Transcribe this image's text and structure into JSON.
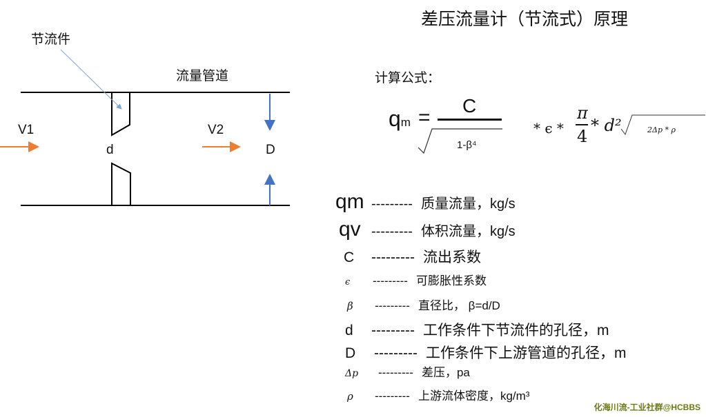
{
  "title": "差压流量计（节流式）原理",
  "diagram": {
    "throttle_label": "节流件",
    "pipe_label": "流量管道",
    "v1": "V1",
    "v2": "V2",
    "d": "d",
    "D": "D",
    "colors": {
      "flow_arrow": "#ed7d31",
      "diameter_arrow": "#4472c4",
      "pointer": "#7ba7d6"
    }
  },
  "formula": {
    "label": "计算公式：",
    "lhs_q": "q",
    "lhs_sub": "m",
    "eq": "=",
    "numerator": "C",
    "denominator": "1-β⁴",
    "factor": "* ϵ * ",
    "pi": "π",
    "four": "4",
    "d_term": "* d²",
    "sqrt_term": "2Δp * ρ"
  },
  "legend": [
    {
      "sym": "qm",
      "dash": "---------",
      "desc": "质量流量，kg/s"
    },
    {
      "sym": "qv",
      "dash": "---------",
      "desc": "体积流量，kg/s"
    },
    {
      "sym": "C",
      "dash": "---------",
      "desc": "流出系数"
    },
    {
      "sym": "ϵ",
      "dash": "---------",
      "desc": "可膨胀性系数"
    },
    {
      "sym": "β",
      "dash": "---------",
      "desc": "直径比， β=d/D"
    },
    {
      "sym": "d",
      "dash": "---------",
      "desc": "工作条件下节流件的孔径，m"
    },
    {
      "sym": "D",
      "dash": "---------",
      "desc": "工作条件下上游管道的孔径，m"
    },
    {
      "sym": "Δp",
      "dash": "---------",
      "desc": "差压，pa"
    },
    {
      "sym": "ρ",
      "dash": "---------",
      "desc": "上游流体密度，kg/m³"
    }
  ],
  "watermark": "化海川流-工业社群@HCBBS"
}
